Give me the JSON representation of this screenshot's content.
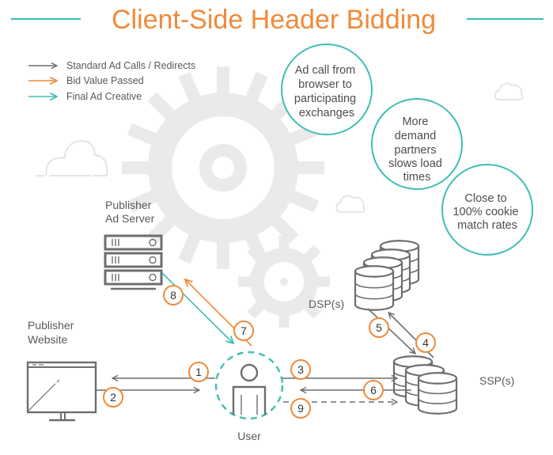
{
  "title": "Client-Side Header Bidding",
  "colors": {
    "title": "#f08a3a",
    "accent_teal": "#3fbdb4",
    "accent_orange": "#f08a3a",
    "standard_gray": "#6d6e71",
    "background_deco": "#e9e9e9"
  },
  "legend": [
    {
      "label": "Standard Ad Calls / Redirects",
      "color": "#6d6e71",
      "icon": "arrow-right-icon"
    },
    {
      "label": "Bid Value Passed",
      "color": "#f08a3a",
      "icon": "arrow-right-icon"
    },
    {
      "label": "Final Ad Creative",
      "color": "#3fbdb4",
      "icon": "arrow-right-icon"
    }
  ],
  "bubbles": [
    {
      "lines": [
        "Ad call from",
        "browser to",
        "participating",
        "exchanges"
      ]
    },
    {
      "lines": [
        "More",
        "demand",
        "partners",
        "slows load",
        "times"
      ]
    },
    {
      "lines": [
        "Close to",
        "100% cookie",
        "match rates"
      ]
    }
  ],
  "nodes": {
    "ad_server": {
      "lines": [
        "Publisher",
        "Ad Server"
      ],
      "icon": "server-rack-icon"
    },
    "website": {
      "lines": [
        "Publisher",
        "Website"
      ],
      "icon": "monitor-icon"
    },
    "user": {
      "label": "User",
      "icon": "user-icon"
    },
    "dsp": {
      "label": "DSP(s)",
      "icon": "database-stack-icon"
    },
    "ssp": {
      "label": "SSP(s)",
      "icon": "database-stack-icon"
    }
  },
  "steps": [
    "1",
    "2",
    "3",
    "4",
    "5",
    "6",
    "7",
    "8",
    "9"
  ]
}
